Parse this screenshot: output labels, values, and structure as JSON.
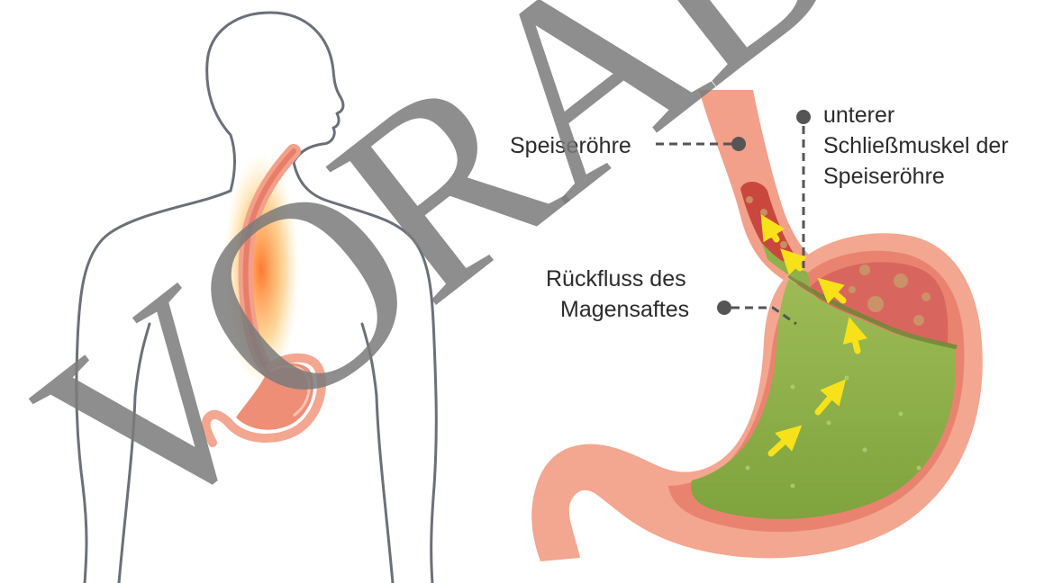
{
  "labels": {
    "esophagus": "Speiseröhre",
    "sphincter": [
      "unterer",
      "Schließmuskel der",
      "Speiseröhre"
    ],
    "reflux": [
      "Rückfluss des",
      "Magensaftes"
    ]
  },
  "watermark": "VORAB",
  "colors": {
    "body_outline": "#6b7078",
    "esophagus_wall": "#f2a08a",
    "esophagus_lumen": "#e87e6a",
    "inflammation": "#f4831f",
    "stomach_outer": "#f3a690",
    "stomach_inner": "#e9836f",
    "gastric_acid": "#8fb04a",
    "food_content": "#d9665e",
    "arrows": "#f7e21a",
    "watermark": "#7a7a7a"
  },
  "icons": [
    "leader-dot",
    "reflux-arrow"
  ]
}
